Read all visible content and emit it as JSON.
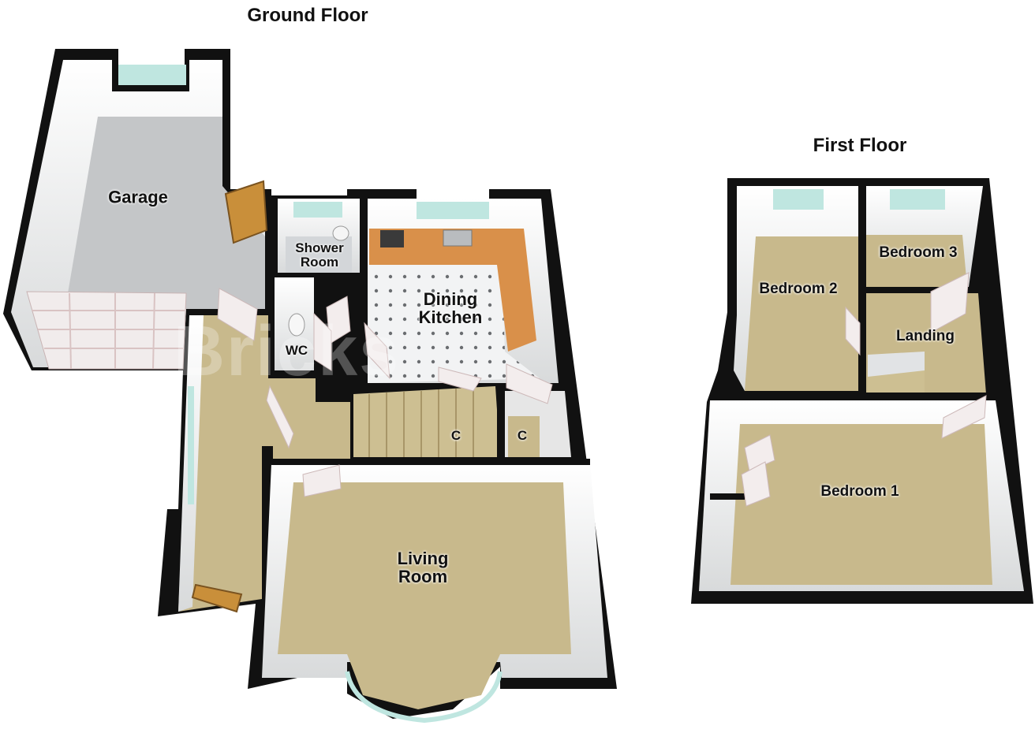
{
  "floors": {
    "ground": {
      "title": "Ground Floor",
      "rooms": {
        "garage": "Garage",
        "shower_room": "Shower\nRoom",
        "dining_kitchen": "Dining\nKitchen",
        "wc": "WC",
        "cupboard_stairs": "C",
        "cupboard_hall": "C",
        "living_room": "Living\nRoom"
      }
    },
    "first": {
      "title": "First Floor",
      "rooms": {
        "bedroom_2": "Bedroom 2",
        "bedroom_3": "Bedroom 3",
        "landing": "Landing",
        "bedroom_1": "Bedroom 1"
      }
    }
  },
  "watermark": "Bricks",
  "colors": {
    "wall": "#000000",
    "carpet": "#c8b98c",
    "floor_grey": "#c4c6c8",
    "worktop": "#d9904a",
    "window": "#bfe6e0",
    "door": "#c98f3a"
  }
}
